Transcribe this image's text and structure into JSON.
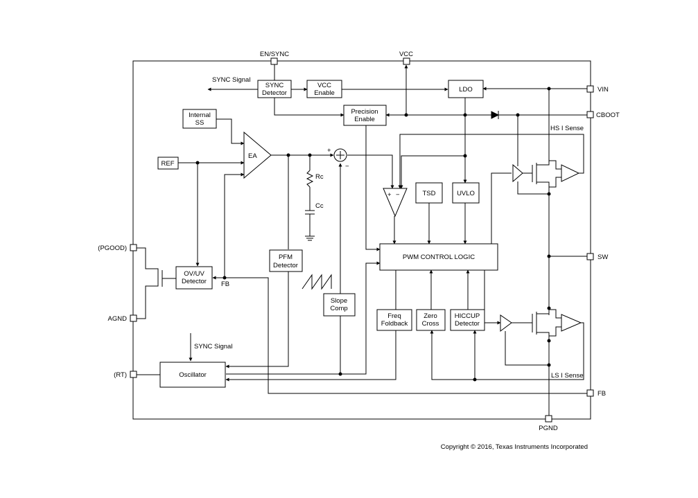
{
  "pins": {
    "en_sync": "EN/SYNC",
    "vcc": "VCC",
    "vin": "VIN",
    "cboot": "CBOOT",
    "sw": "SW",
    "fb_right": "FB",
    "pgnd": "PGND",
    "pgood": "(PGOOD)",
    "agnd": "AGND",
    "rt": "(RT)"
  },
  "blocks": {
    "sync_detector": [
      "SYNC",
      "Detector"
    ],
    "vcc_enable": [
      "VCC",
      "Enable"
    ],
    "ldo": "LDO",
    "precision_enable": [
      "Precision",
      "Enable"
    ],
    "internal_ss": [
      "Internal",
      "SS"
    ],
    "ref": "REF",
    "ea": "EA",
    "tsd": "TSD",
    "uvlo": "UVLO",
    "pwm_control": "PWM CONTROL LOGIC",
    "pfm_detector": [
      "PFM",
      "Detector"
    ],
    "ov_uv_detector": [
      "OV/UV",
      "Detector"
    ],
    "slope_comp": [
      "Slope",
      "Comp"
    ],
    "freq_foldback": [
      "Freq",
      "Foldback"
    ],
    "zero_cross": [
      "Zero",
      "Cross"
    ],
    "hiccup_detector": [
      "HICCUP",
      "Detector"
    ],
    "oscillator": "Oscillator"
  },
  "labels": {
    "sync_signal_top": "SYNC Signal",
    "sync_signal_bottom": "SYNC Signal",
    "hs_i_sense": "HS I Sense",
    "ls_i_sense": "LS I Sense",
    "fb_internal": "FB",
    "rc": "Rc",
    "cc": "Cc",
    "sum_plus": "+",
    "sum_minus": "−",
    "comp_plus": "+",
    "comp_minus": "−"
  },
  "copyright": "Copyright © 2016, Texas Instruments Incorporated"
}
